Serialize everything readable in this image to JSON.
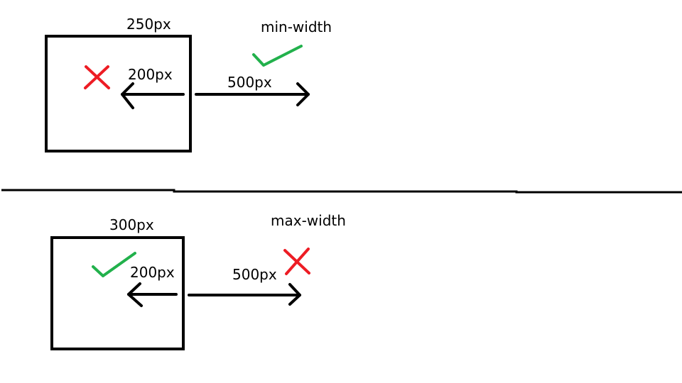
{
  "top": {
    "box_label": "250px",
    "title": "min-width",
    "left_arrow_label": "200px",
    "right_arrow_label": "500px",
    "left_mark_icon": "cross-icon",
    "right_mark_icon": "check-icon"
  },
  "bottom": {
    "box_label": "300px",
    "title": "max-width",
    "left_arrow_label": "200px",
    "right_arrow_label": "500px",
    "left_mark_icon": "check-icon",
    "right_mark_icon": "cross-icon"
  },
  "colors": {
    "ink": "#000000",
    "check": "#22b14c",
    "cross": "#ed1c24"
  }
}
